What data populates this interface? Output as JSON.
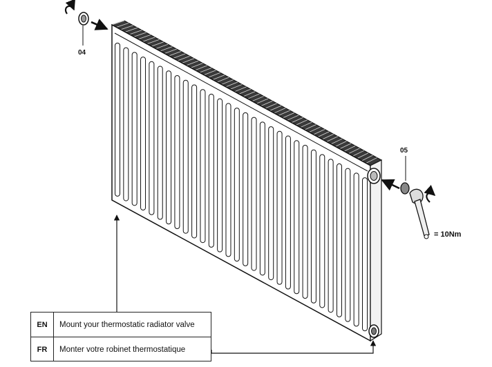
{
  "parts": {
    "part_04": "04",
    "part_05": "05"
  },
  "torque": "= 10Nm",
  "instructions": {
    "rows": [
      {
        "lang": "EN",
        "text": "Mount your thermostatic radiator valve"
      },
      {
        "lang": "FR",
        "text": "Monter votre robinet thermostatique"
      }
    ]
  },
  "style": {
    "line_color": "#111111",
    "fill_light": "#ffffff",
    "fill_grey": "#888888"
  }
}
